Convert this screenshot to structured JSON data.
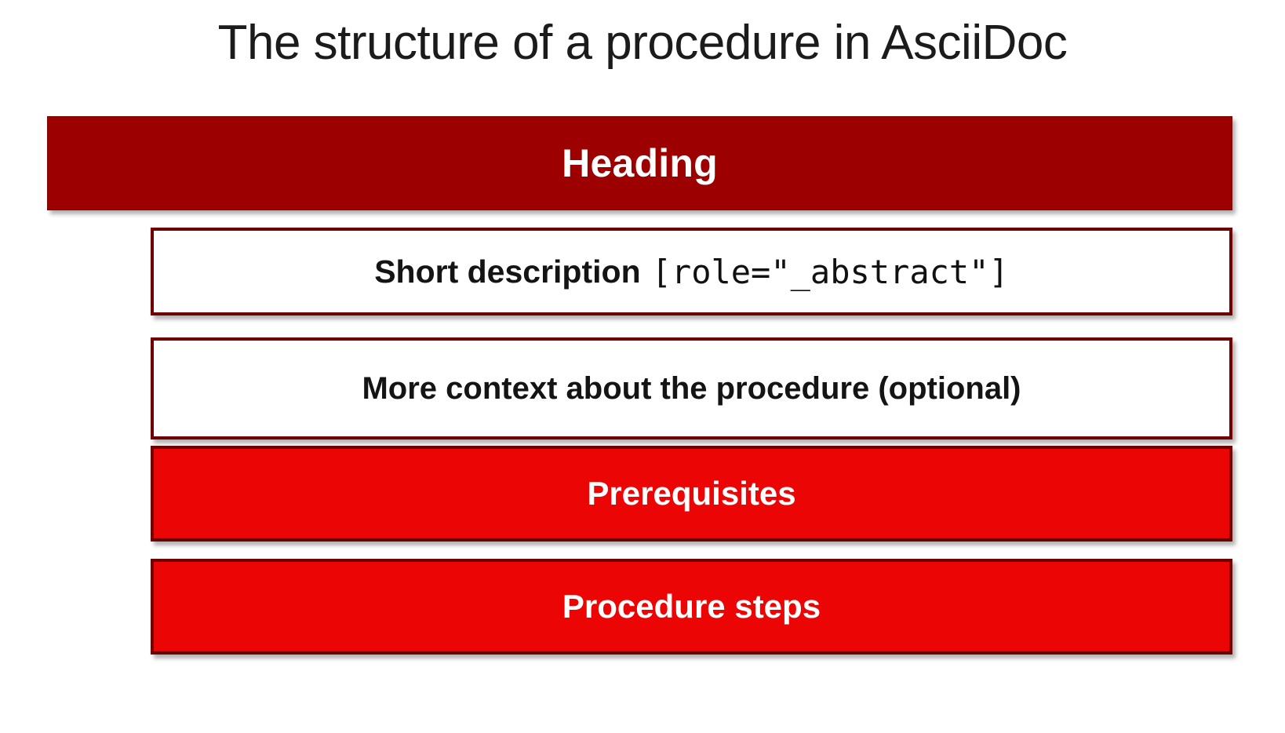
{
  "slide": {
    "title": "The structure of a procedure in AsciiDoc",
    "background_color": "#ffffff",
    "title_color": "#1b1b1b"
  },
  "palette": {
    "dark_red": "#9c0000",
    "border_red": "#6d0000",
    "bright_red": "#ec0505",
    "white": "#ffffff",
    "text_black": "#141414"
  },
  "blocks": [
    {
      "id": "heading",
      "label": "Heading",
      "style": "filled-dark-red",
      "fill": "#9c0000",
      "text_color": "#ffffff"
    },
    {
      "id": "short-description",
      "label": "Short description",
      "attribute": "[role=\"_abstract\"]",
      "style": "outlined-white",
      "fill": "#ffffff",
      "border": "#6d0000",
      "text_color": "#141414"
    },
    {
      "id": "more-context",
      "label": "More context about the procedure (optional)",
      "style": "outlined-white",
      "fill": "#ffffff",
      "border": "#6d0000",
      "text_color": "#141414"
    },
    {
      "id": "prerequisites",
      "label": "Prerequisites",
      "style": "filled-bright-red",
      "fill": "#ec0505",
      "border": "#6d0000",
      "text_color": "#ffffff"
    },
    {
      "id": "procedure-steps",
      "label": "Procedure steps",
      "style": "filled-bright-red",
      "fill": "#ec0505",
      "border": "#6d0000",
      "text_color": "#ffffff"
    }
  ]
}
